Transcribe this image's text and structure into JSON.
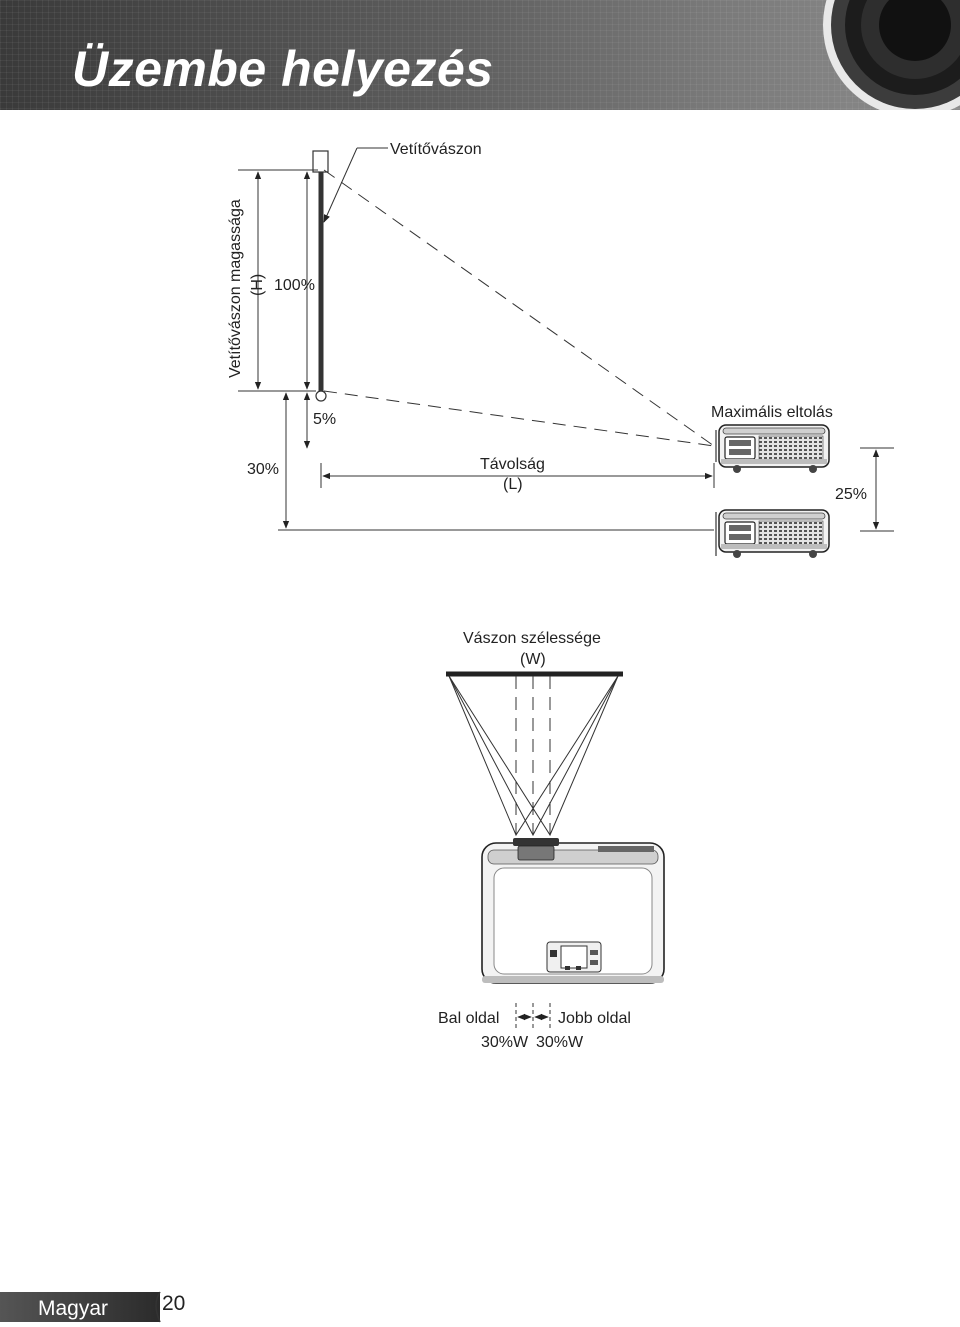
{
  "header": {
    "title": "Üzembe helyezés"
  },
  "side_view": {
    "screen_label": "Vetítővászon",
    "height_label": "Vetítővászon magassága",
    "height_symbol": "(H)",
    "pct_100": "100%",
    "pct_5": "5%",
    "pct_30": "30%",
    "distance_label": "Távolság",
    "distance_symbol": "(L)",
    "max_shift_label": "Maximális eltolás",
    "pct_25": "25%"
  },
  "top_view": {
    "width_label": "Vászon szélessége",
    "width_symbol": "(W)",
    "left_label": "Bal oldal",
    "right_label": "Jobb oldal",
    "left_pct": "30%W",
    "right_pct": "30%W"
  },
  "footer": {
    "language": "Magyar",
    "page_number": "20"
  }
}
